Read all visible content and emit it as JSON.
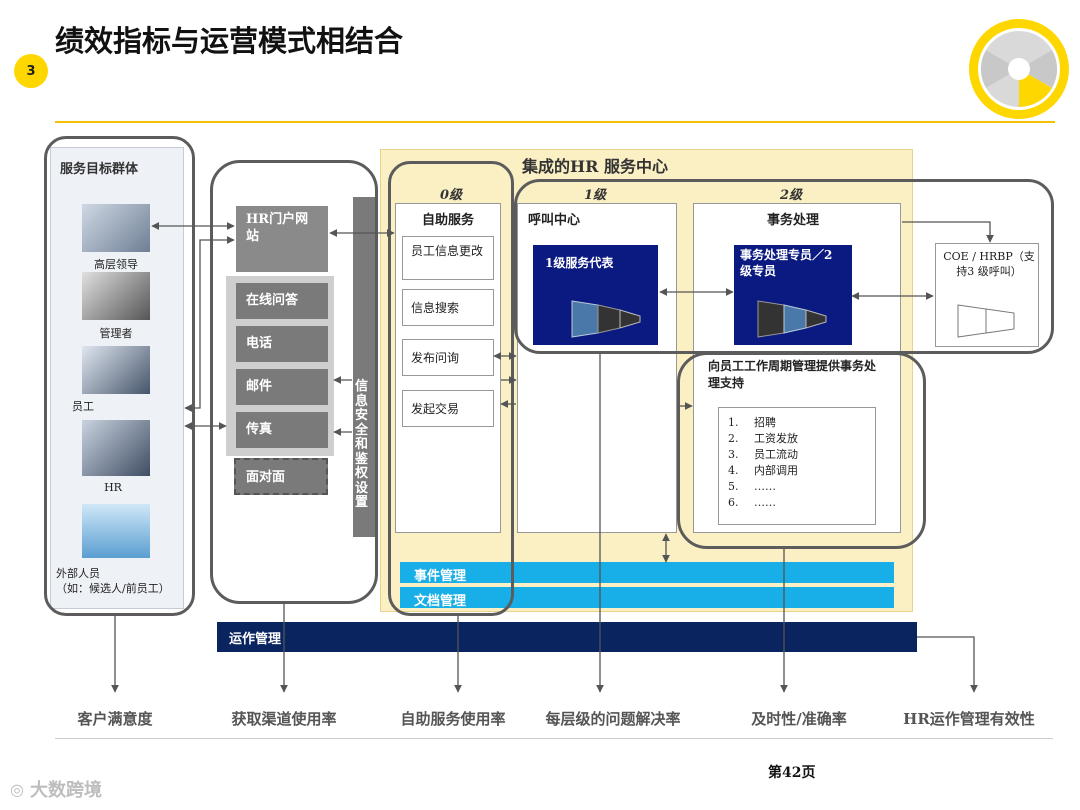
{
  "header": {
    "title": "绩效指标与运营模式相结合",
    "page_badge": "3"
  },
  "groups": {
    "title": "服务目标群体",
    "items": [
      {
        "label": "高层领导",
        "icon": "leader-photo-icon"
      },
      {
        "label": "管理者",
        "icon": "manager-photo-icon"
      },
      {
        "label": "员工",
        "icon": "employee-photo-icon"
      },
      {
        "label": "HR",
        "icon": "hr-photo-icon"
      },
      {
        "label": "外部人员",
        "icon": "external-people-icon"
      }
    ],
    "external_note": "（如：候选人/前员工）"
  },
  "channels": {
    "portal": "HR门户网站",
    "items": [
      "在线问答",
      "电话",
      "邮件",
      "传真"
    ],
    "face_to_face": "面对面"
  },
  "security_bar": "信息安全和鉴权设置",
  "hub": {
    "title": "集成的HR 服务中心",
    "levels": [
      "0级",
      "1级",
      "2级"
    ],
    "self_service": {
      "title": "自助服务",
      "items": [
        "员工信息更改",
        "信息搜索",
        "发布问询",
        "发起交易"
      ]
    },
    "call_center": {
      "title": "呼叫中心",
      "rep": "1级服务代表"
    },
    "transactions": {
      "title": "事务处理",
      "specialist": "事务处理专员／2 级专员",
      "support_title": "向员工工作周期管理提供事务处理支持",
      "support_items": [
        "招聘",
        "工资发放",
        "员工流动",
        "内部调用",
        "……",
        "……"
      ]
    },
    "coe": "COE / HRBP（支持3 级呼叫）",
    "event_mgmt": "事件管理",
    "doc_mgmt": "文档管理"
  },
  "ops_bar": "运作管理",
  "metrics": [
    "客户满意度",
    "获取渠道使用率",
    "自助服务使用率",
    "每层级的问题解决率",
    "及时性/准确率",
    "HR运作管理有效性"
  ],
  "footer": {
    "page": "第42页",
    "watermark": "大数跨境"
  },
  "colors": {
    "accent_yellow": "#ffd700",
    "band": "#fbf0c4",
    "cyan": "#18aee7",
    "navy": "#0a2460",
    "deep_blue": "#0a1a80",
    "gray_button": "#7a7a7a"
  }
}
